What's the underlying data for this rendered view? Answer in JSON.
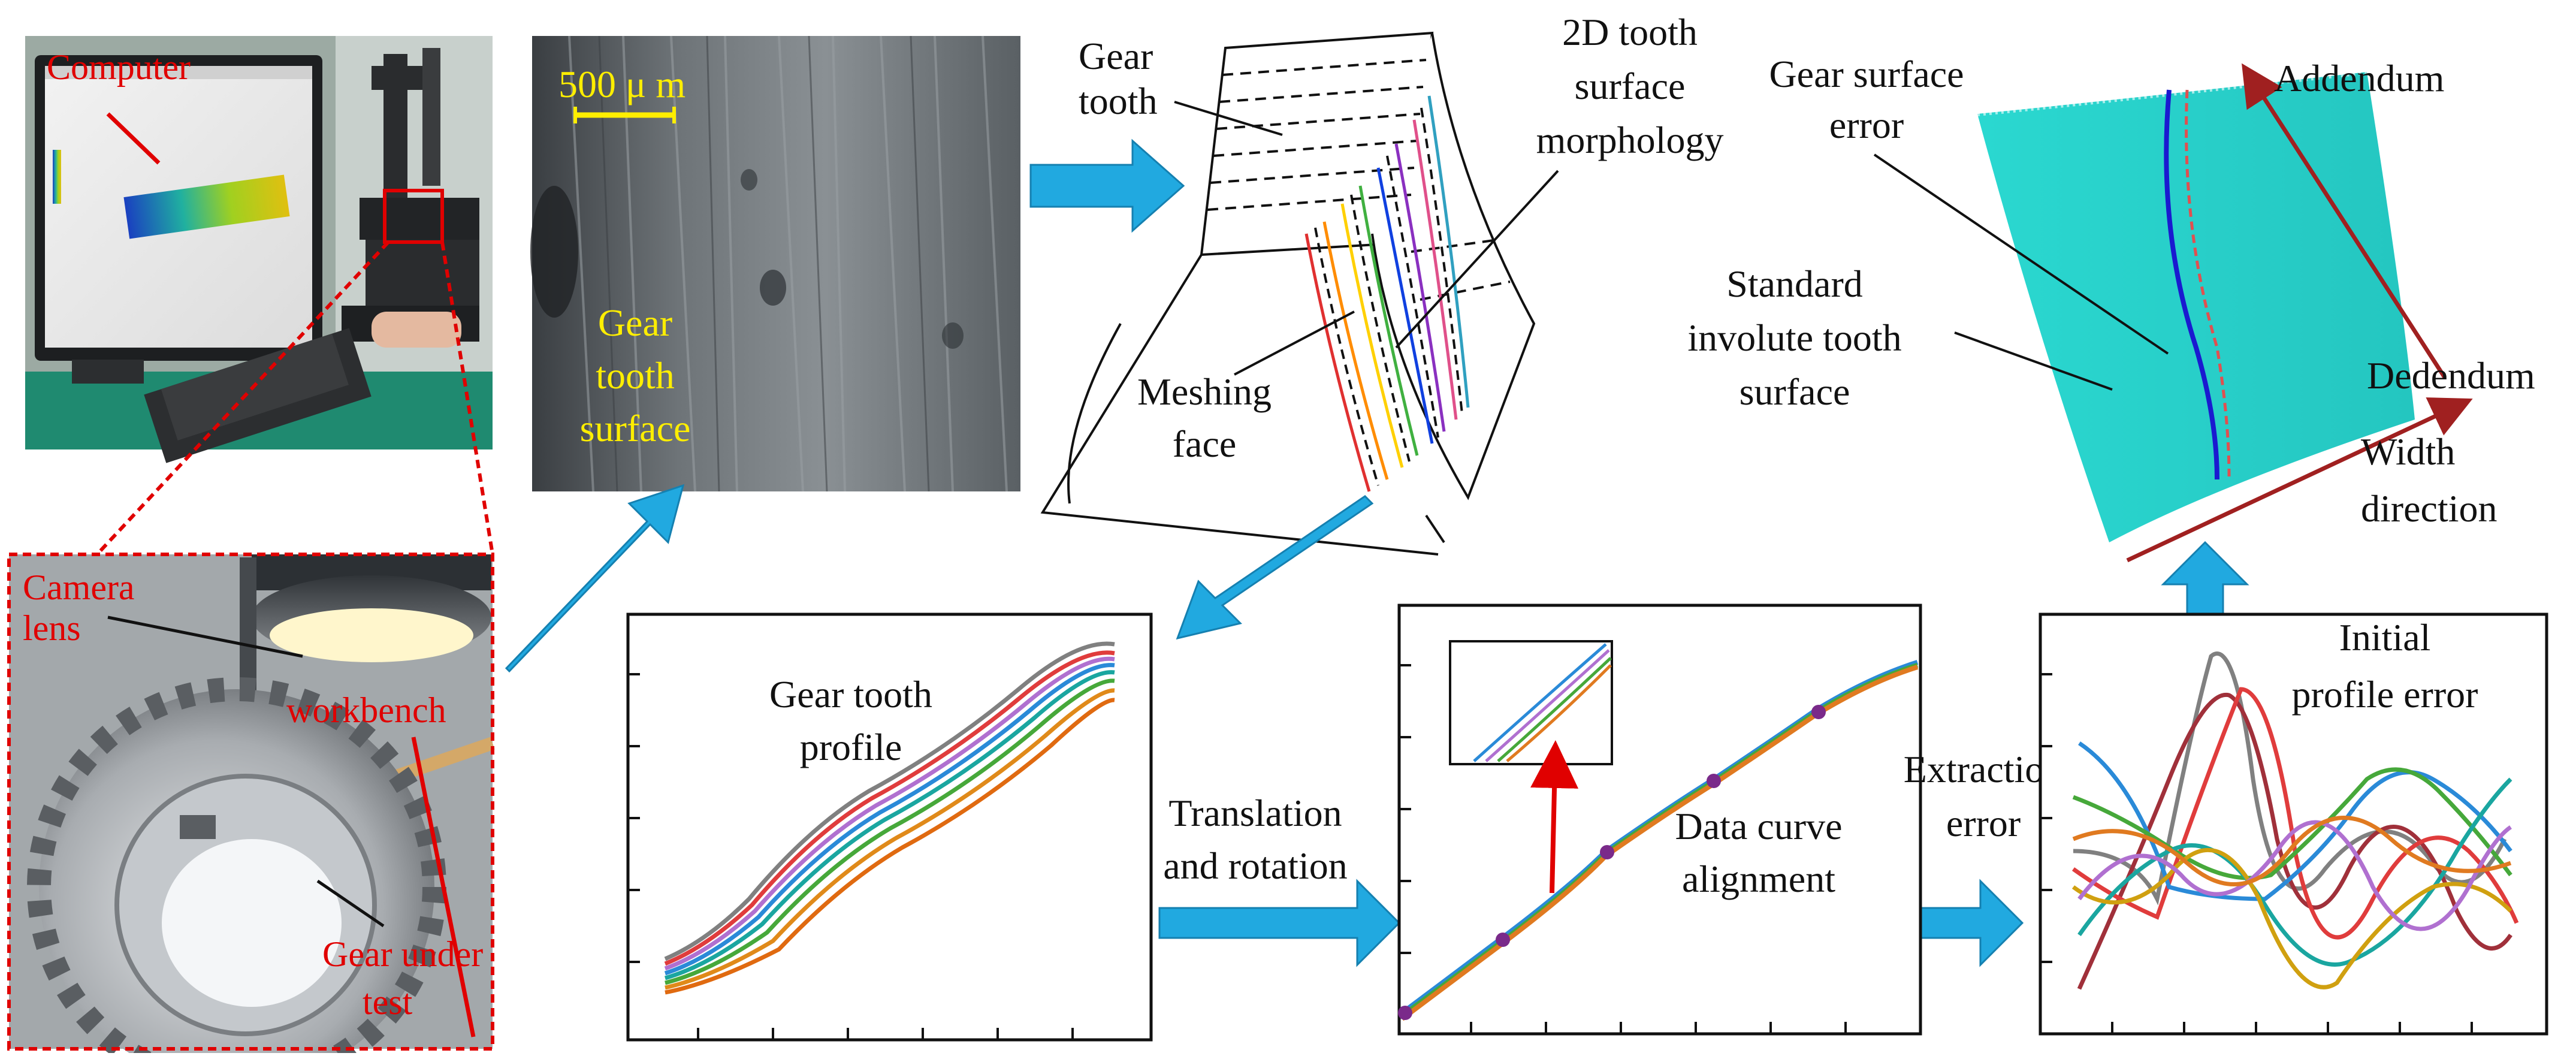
{
  "colors": {
    "arrow_blue": "#21a9e0",
    "label_red": "#e00000",
    "scale_yellow": "#ffee00",
    "surface_cyan": "#26d6cf",
    "dark_red": "#a02020"
  },
  "photos": {
    "computer_label": "Computer",
    "camera_lens_line1": "Camera",
    "camera_lens_line2": "lens",
    "workbench_label": "workbench",
    "gear_under_test_line1": "Gear under",
    "gear_under_test_line2": "test"
  },
  "micro_image": {
    "scale_bar": "500 μ m",
    "surface_line1": "Gear",
    "surface_line2": "tooth",
    "surface_line3": "surface"
  },
  "tooth_sketch": {
    "gear_tooth_line1": "Gear",
    "gear_tooth_line2": "tooth",
    "morph_line1": "2D tooth",
    "morph_line2": "surface",
    "morph_line3": "morphology",
    "meshing_line1": "Meshing",
    "meshing_line2": "face"
  },
  "surface_3d": {
    "error_line1": "Gear surface",
    "error_line2": "error",
    "addendum": "Addendum",
    "dedendum": "Dedendum",
    "width_line1": "Width",
    "width_line2": "direction",
    "standard_line1": "Standard",
    "standard_line2": "involute tooth",
    "standard_line3": "surface"
  },
  "panel_profile": {
    "title_line1": "Gear tooth",
    "title_line2": "profile",
    "step_line1": "Translation",
    "step_line2": "and rotation"
  },
  "panel_alignment": {
    "title_line1": "Data curve",
    "title_line2": "alignment",
    "step_line1": "Extraction",
    "step_line2": "error"
  },
  "panel_error": {
    "title_line1": "Initial",
    "title_line2": "profile error"
  }
}
